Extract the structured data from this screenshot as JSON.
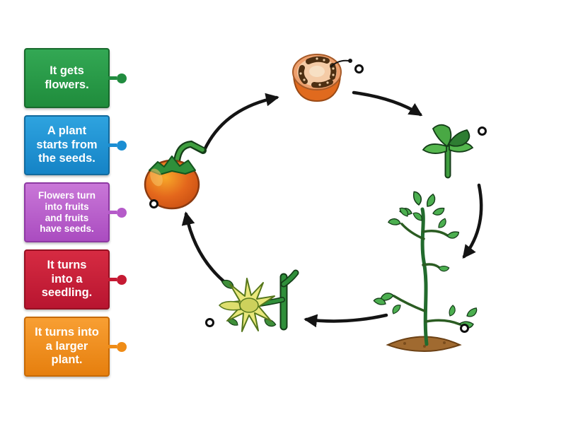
{
  "activity": {
    "kind": "label-the-diagram",
    "background_color": "#ffffff",
    "arrow_color": "#141414",
    "slot_ring_color": "#0f0f0f"
  },
  "labels": [
    {
      "id": "it-gets-flowers",
      "text": "It gets\nflowers.",
      "color": "#218c3f",
      "border_color": "#17692c"
    },
    {
      "id": "plant-starts-from-seeds",
      "text": "A plant\nstarts from\nthe seeds.",
      "color": "#1b8ed3",
      "border_color": "#126a9e"
    },
    {
      "id": "flowers-turn-into-fruits",
      "text": "Flowers turn\ninto fruits\nand fruits\nhave seeds.",
      "color": "#b55bc9",
      "border_color": "#8e39a3"
    },
    {
      "id": "turns-into-seedling",
      "text": "It turns\ninto a\nseedling.",
      "color": "#c51a33",
      "border_color": "#951022"
    },
    {
      "id": "turns-into-larger-plant",
      "text": "It turns into\na larger\nplant.",
      "color": "#ef8c17",
      "border_color": "#c76a06"
    }
  ],
  "diagram": {
    "stage_icons": [
      "cut-tomato-icon",
      "seedling-icon",
      "mature-plant-icon",
      "flower-icon",
      "tomato-fruit-icon"
    ],
    "answer_slot_count": 5,
    "arrow_count": 5
  }
}
